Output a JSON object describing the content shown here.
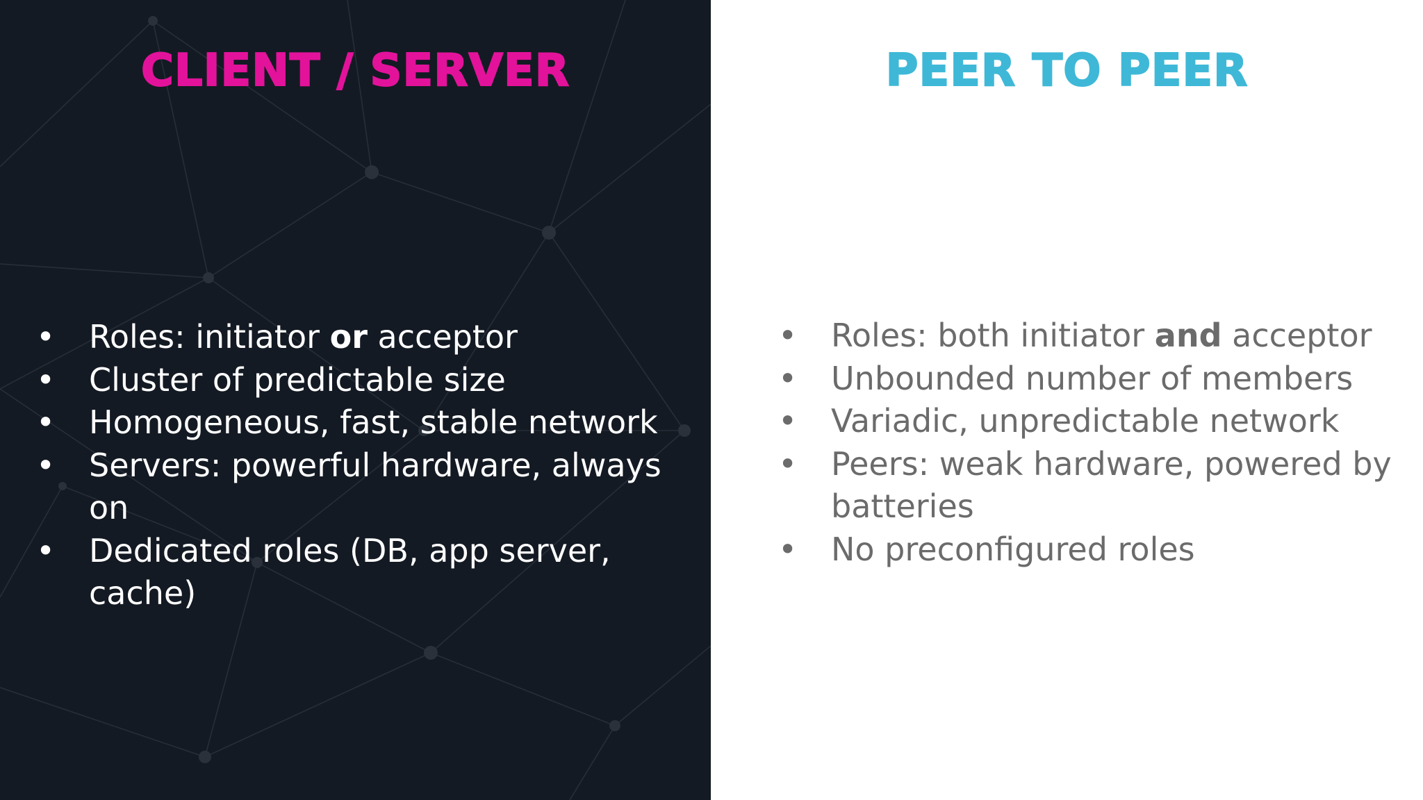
{
  "colors": {
    "left_background": "#141a23",
    "right_background": "#ffffff",
    "left_title": "#e3129b",
    "right_title": "#3fb8d7",
    "left_text": "#ffffff",
    "right_text": "#6b6b6b"
  },
  "left": {
    "title": "CLIENT / SERVER",
    "bullet_symbol": "•",
    "items": [
      {
        "before": "Roles: initiator ",
        "bold": "or",
        "after": " acceptor"
      },
      {
        "before": "Cluster of predictable size",
        "bold": "",
        "after": ""
      },
      {
        "before": "Homogeneous, fast, stable network",
        "bold": "",
        "after": ""
      },
      {
        "before": "Servers: powerful hardware, always on",
        "bold": "",
        "after": ""
      },
      {
        "before": "Dedicated roles (DB, app server, cache)",
        "bold": "",
        "after": ""
      }
    ]
  },
  "right": {
    "title": "PEER TO PEER",
    "bullet_symbol": "•",
    "items": [
      {
        "before": "Roles: both initiator ",
        "bold": "and",
        "after": " acceptor"
      },
      {
        "before": "Unbounded number of members",
        "bold": "",
        "after": ""
      },
      {
        "before": "Variadic, unpredictable network",
        "bold": "",
        "after": ""
      },
      {
        "before": "Peers: weak hardware, powered by batteries",
        "bold": "",
        "after": ""
      },
      {
        "before": "No preconfigured roles",
        "bold": "",
        "after": ""
      }
    ]
  }
}
